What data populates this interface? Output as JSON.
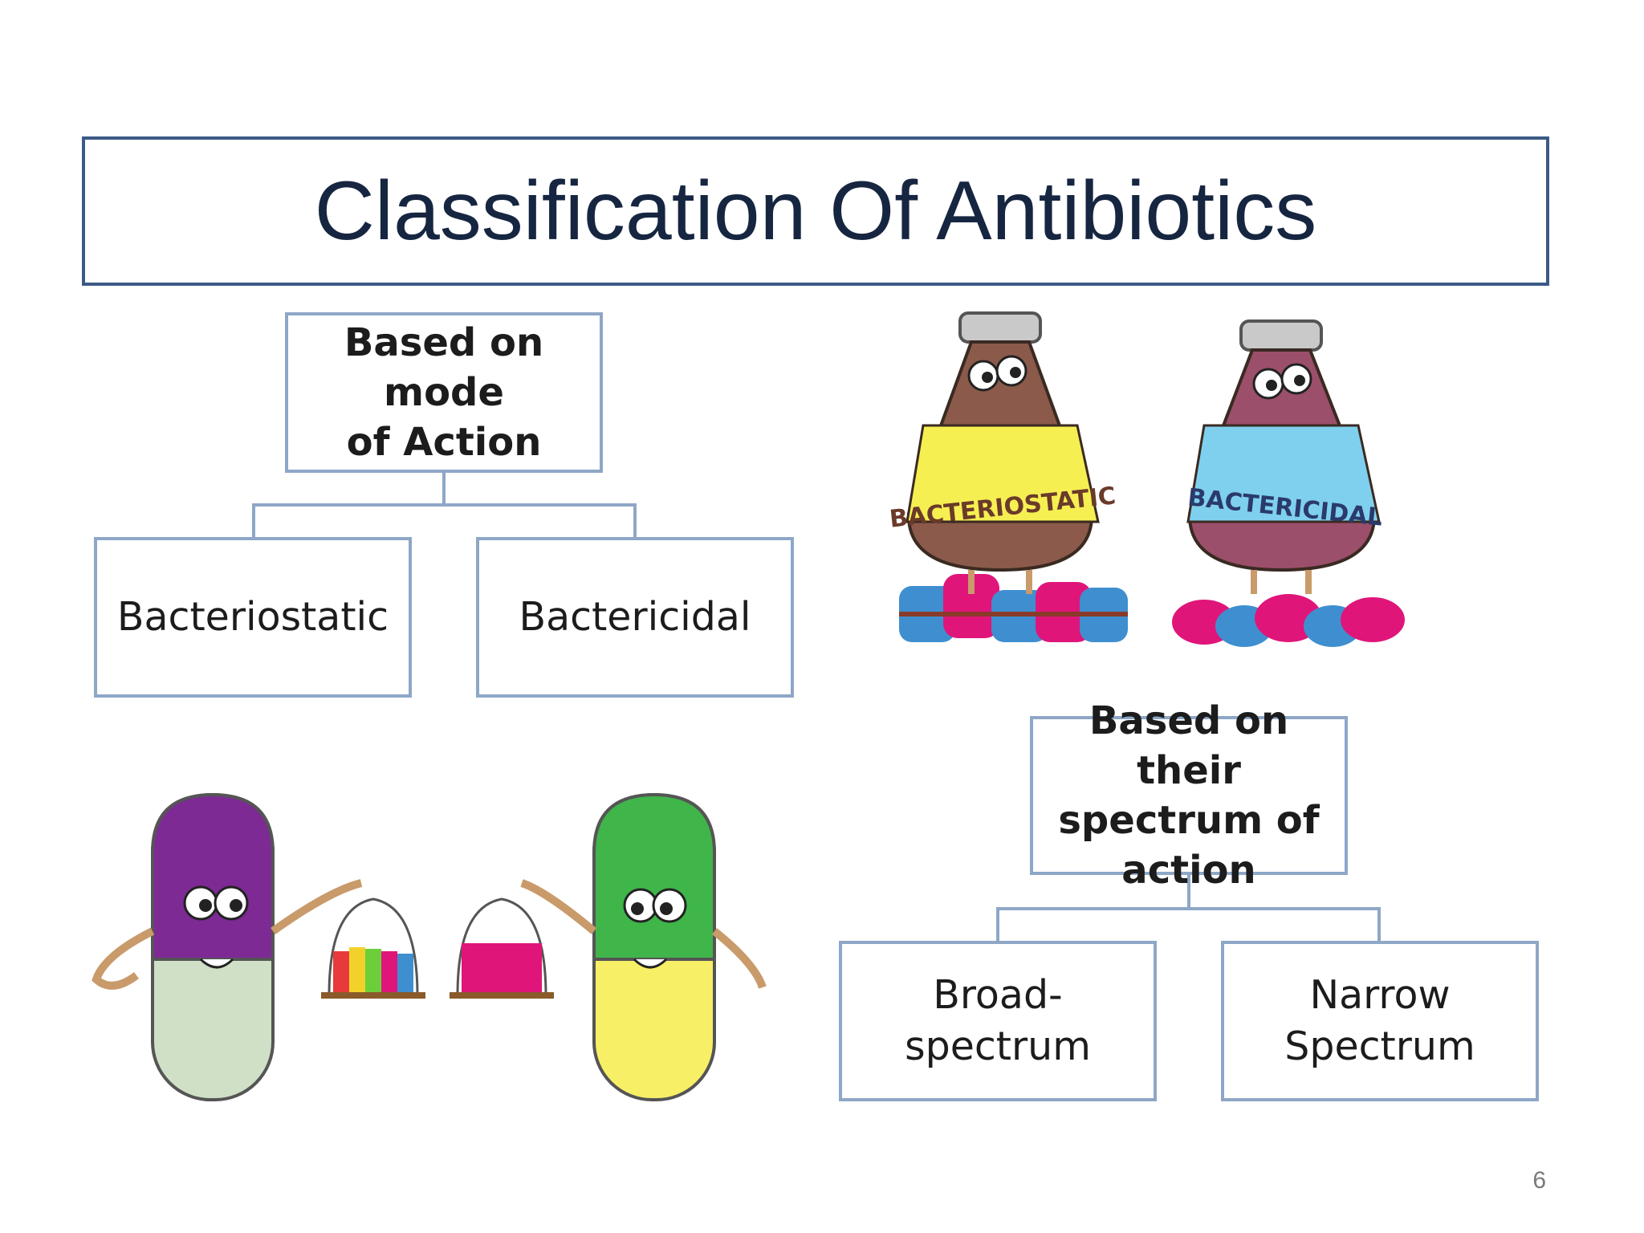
{
  "slide": {
    "title": "Classification Of Antibiotics",
    "page_number": "6"
  },
  "tree_mode": {
    "root": "Based on mode\nof Action",
    "children": [
      "Bacteriostatic",
      "Bactericidal"
    ]
  },
  "tree_spectrum": {
    "root": "Based on their\nspectrum of\naction",
    "children": [
      "Broad-spectrum",
      "Narrow\nSpectrum"
    ]
  },
  "illustration_bottles": {
    "left_label": "BACTERIOSTATIC",
    "right_label": "BACTERICIDAL"
  },
  "colors": {
    "title_border": "#3b5a86",
    "box_border": "#8ea7c7",
    "title_text": "#162641"
  }
}
